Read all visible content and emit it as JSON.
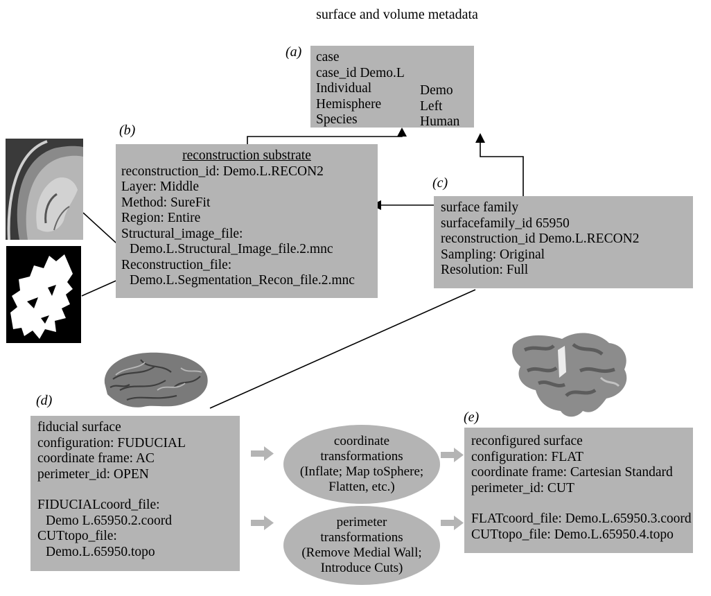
{
  "title": "surface and volume metadata",
  "panel_labels": {
    "a": "(a)",
    "b": "(b)",
    "c": "(c)",
    "d": "(d)",
    "e": "(e)"
  },
  "case_box": {
    "header": "case",
    "case_id": "case_id Demo.L",
    "rows": [
      {
        "key": "Individual",
        "value": "Demo"
      },
      {
        "key": "Hemisphere",
        "value": "Left"
      },
      {
        "key": "Species",
        "value": "Human"
      }
    ]
  },
  "reconstruction_box": {
    "header": "reconstruction substrate",
    "lines": [
      "reconstruction_id: Demo.L.RECON2",
      "Layer: Middle",
      "Method: SureFit",
      "Region: Entire",
      "Structural_image_file:",
      "  Demo.L.Structural_Image_file.2.mnc",
      "Reconstruction_file:",
      "  Demo.L.Segmentation_Recon_file.2.mnc"
    ]
  },
  "surface_family_box": {
    "lines": [
      "surface family",
      "surfacefamily_id 65950",
      "reconstruction_id Demo.L.RECON2",
      "Sampling: Original",
      "Resolution: Full"
    ]
  },
  "fiducial_box": {
    "lines": [
      "fiducial surface",
      "configuration: FUDUCIAL",
      "coordinate frame: AC",
      "perimeter_id: OPEN"
    ],
    "files": [
      "FIDUCIALcoord_file:",
      "  Demo L.65950.2.coord",
      "CUTtopo_file:",
      "  Demo.L.65950.topo"
    ]
  },
  "reconfigured_box": {
    "lines": [
      "reconfigured surface",
      "configuration: FLAT",
      "coordinate frame: Cartesian Standard",
      "perimeter_id: CUT"
    ],
    "files": [
      "FLATcoord_file: Demo.L.65950.3.coord",
      "CUTtopo_file: Demo.L.65950.4.topo"
    ]
  },
  "coordinate_oval": [
    "coordinate",
    "transformations",
    "(Inflate; Map toSphere;",
    "Flatten, etc.)"
  ],
  "perimeter_oval": [
    "perimeter",
    "transformations",
    "(Remove Medial Wall;",
    "Introduce Cuts)"
  ],
  "colors": {
    "box": "#b4b4b4",
    "arrow_grey": "#b4b4b4",
    "line": "#000000"
  }
}
